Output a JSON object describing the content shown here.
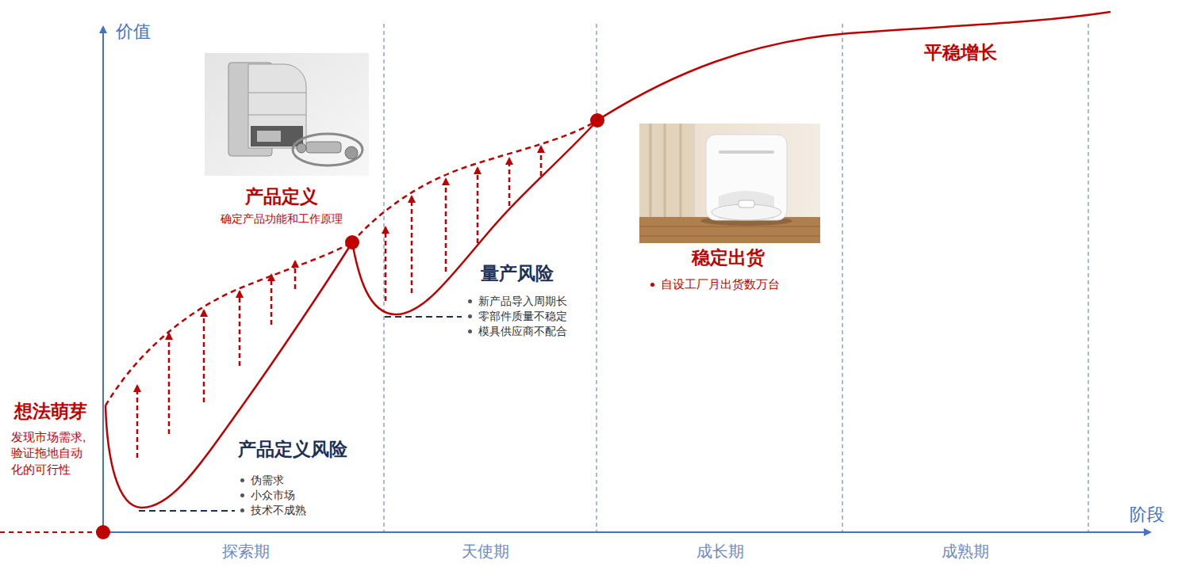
{
  "diagram": {
    "labels": [
      "价值",
      "产品定义",
      "确定产品功能和工作原理",
      "平稳增长",
      "稳定出货",
      "自设工厂月出货数万台",
      "量产风险",
      "新产品导入周期长",
      "零部件质量不稳定",
      "模具供应商不配合",
      "想法萌芽",
      "发现市场需求, 验证拖地自动 化的可行性",
      "产品定义风险",
      "伪需求",
      "小众市场",
      "技术不成熟",
      "探索期",
      "天使期",
      "成长期",
      "成熟期",
      "阶段"
    ]
  }
}
